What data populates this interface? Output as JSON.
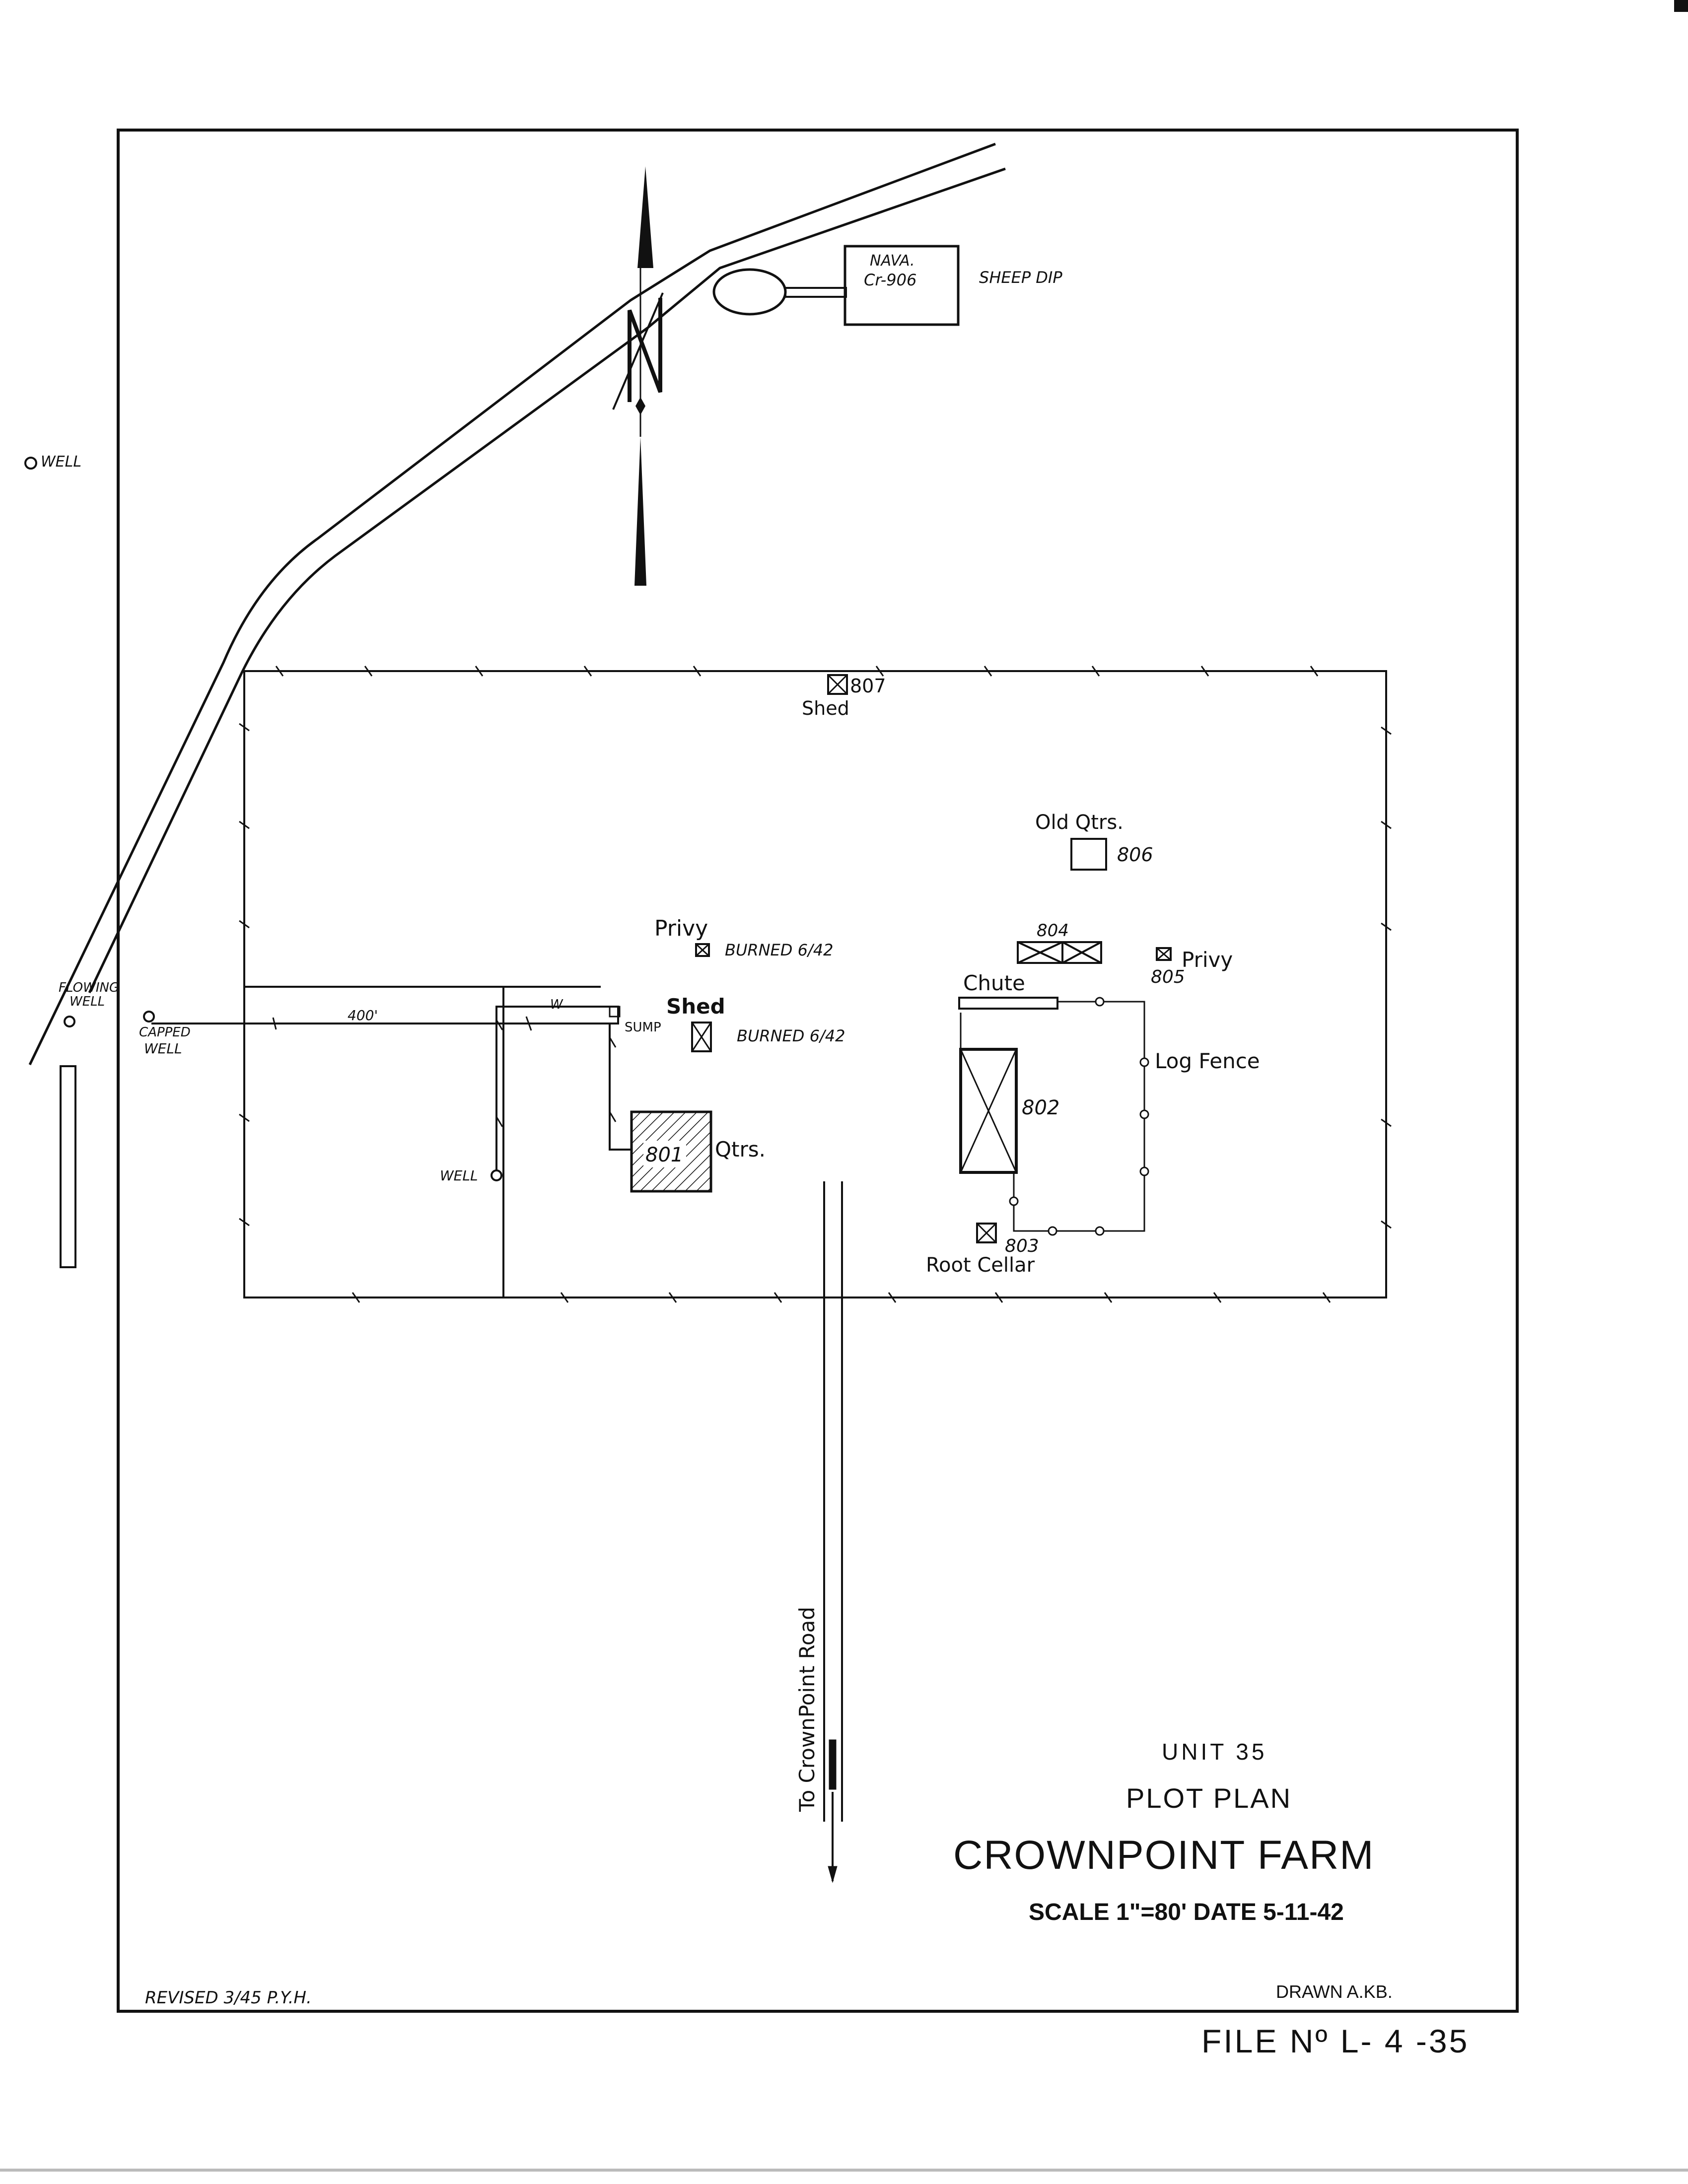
{
  "page": {
    "top_right_mark": "",
    "file_no": "FILE Nº L- 4 -35",
    "revised": "REVISED   3/45  P.Y.H.",
    "drawn": "DRAWN A.KB."
  },
  "title_block": {
    "unit": "UNIT 35",
    "subtitle": "PLOT PLAN",
    "title": "CROWNPOINT FARM",
    "scale_date": "SCALE 1\"=80'   DATE 5-11-42"
  },
  "labels": {
    "nava_line1": "NAVA.",
    "nava_line2": "Cr-906",
    "sheep_dip": "SHEEP DIP",
    "well_top": "WELL",
    "shed_807": "807",
    "shed_807_label": "Shed",
    "old_qtrs": "Old Qtrs.",
    "num_806": "806",
    "num_804": "804",
    "privy_805": "Privy",
    "num_805": "805",
    "privy_burned": "Privy",
    "burned_1": "BURNED 6/42",
    "shed_burned": "Shed",
    "burned_2": "BURNED 6/42",
    "chute": "Chute",
    "log_fence": "Log Fence",
    "num_802": "802",
    "num_801": "801",
    "qtrs_801": "Qtrs.",
    "num_803": "803",
    "root_cellar": "Root Cellar",
    "flowing_well_1": "FLOWING",
    "flowing_well_2": "WELL",
    "capped_well_1": "CAPPED",
    "capped_well_2": "WELL",
    "dist_400": "400'",
    "sump": "SUMP",
    "well_mid": "WELL",
    "road": "To CrownPoint Road",
    "pipe_w": "W"
  }
}
